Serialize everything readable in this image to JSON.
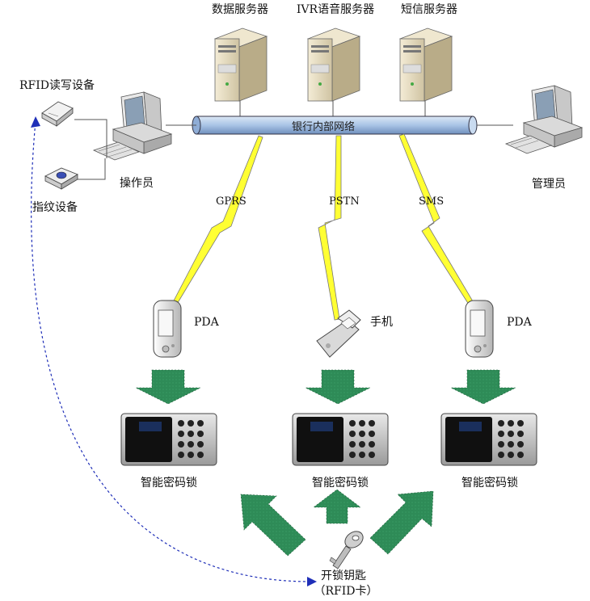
{
  "servers": {
    "data": "数据服务器",
    "ivr": "IVR语音服务器",
    "sms": "短信服务器"
  },
  "network": {
    "label": "银行内部网络"
  },
  "left_devices": {
    "rfid_reader": "RFID读写设备",
    "operator": "操作员",
    "fingerprint": "指纹设备"
  },
  "right_devices": {
    "admin": "管理员"
  },
  "links": {
    "gprs": "GPRS",
    "pstn": "PSTN",
    "sms": "SMS"
  },
  "terminals": {
    "pda_left": "PDA",
    "phone": "手机",
    "pda_right": "PDA"
  },
  "locks": {
    "left": "智能密码锁",
    "center": "智能密码锁",
    "right": "智能密码锁"
  },
  "key": {
    "line1": "开锁钥匙",
    "line2": "（RFID卡）"
  },
  "colors": {
    "bolt": "#ffff33",
    "arrow": "#2e8b57",
    "pipe": "#a9c4e6",
    "dashed": "#1f2fb8"
  }
}
